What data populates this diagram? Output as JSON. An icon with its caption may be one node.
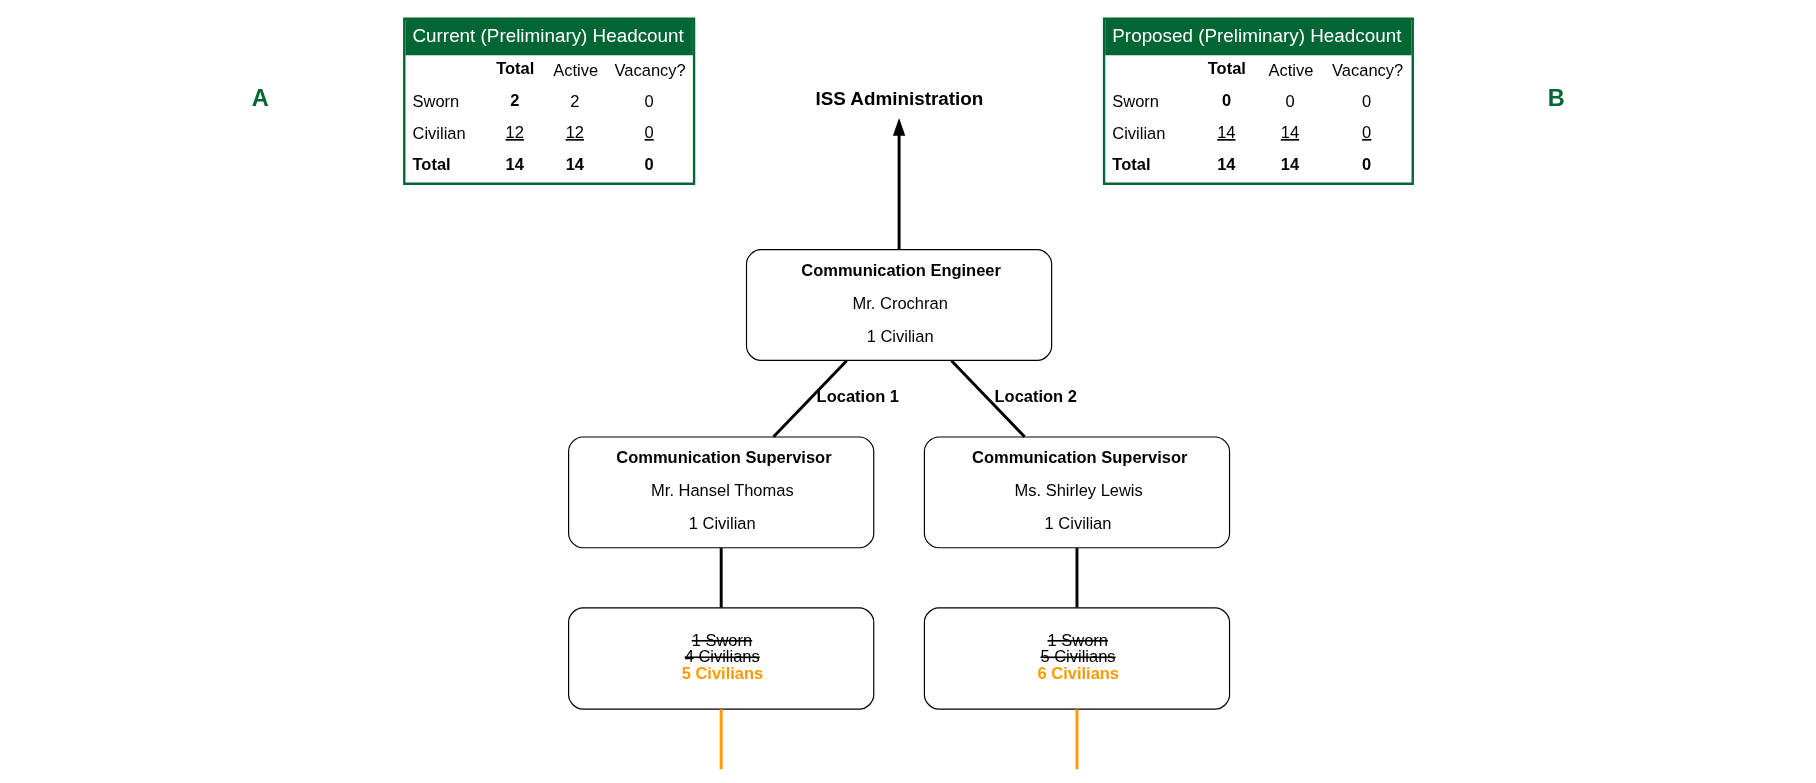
{
  "diagram": {
    "nodes": [
      {
        "text": [
          "Current (Preliminary) Headcount",
          "Total",
          "Active",
          "Vacancy?",
          "Sworn",
          "2",
          "2",
          "0",
          "Civilian",
          "12",
          "12",
          "0",
          "Total",
          "14",
          "14",
          "0"
        ]
      },
      {
        "text": [
          "ISS Administration"
        ]
      },
      {
        "text": [
          "Communication Engineer",
          "Mr. Crochran",
          "1 Civilian"
        ]
      },
      {
        "text": [
          "Proposed (Preliminary) Headcount",
          "Total",
          "Active",
          "Vacancy?",
          "Sworn",
          "0",
          "0",
          "0",
          "Civilian",
          "14",
          "14",
          "0",
          "Total",
          "14",
          "14",
          "0"
        ]
      },
      {
        "text": [
          "Communication Supervisor",
          "Mr. Hansel Thomas",
          "1 Civilian"
        ]
      },
      {
        "text": [
          "Communication Supervisor",
          "Ms. Shirley Lewis",
          "1 Civilian"
        ]
      },
      {
        "text": [
          "1 Sworn",
          "4 Civilians",
          "5 Civilians"
        ]
      },
      {
        "text": [
          "1 Sworn",
          "5 Civilians",
          "6 Civilians"
        ]
      }
    ],
    "edges": [
      {
        "from": 2,
        "to": 1,
        "arrow": "to"
      },
      {
        "from": 2,
        "to": 4,
        "arrow": "none",
        "label": "Location 1"
      },
      {
        "from": 2,
        "to": 5,
        "arrow": "none",
        "label": "Location 2"
      },
      {
        "from": 4,
        "to": 6,
        "arrow": "none"
      },
      {
        "from": 5,
        "to": 7,
        "arrow": "none"
      },
      {
        "from": 6,
        "to": null,
        "arrow": "none",
        "color": "#ff9900"
      },
      {
        "from": 7,
        "to": null,
        "arrow": "none",
        "color": "#ff9900"
      }
    ],
    "labels": [
      "A",
      "B"
    ]
  }
}
